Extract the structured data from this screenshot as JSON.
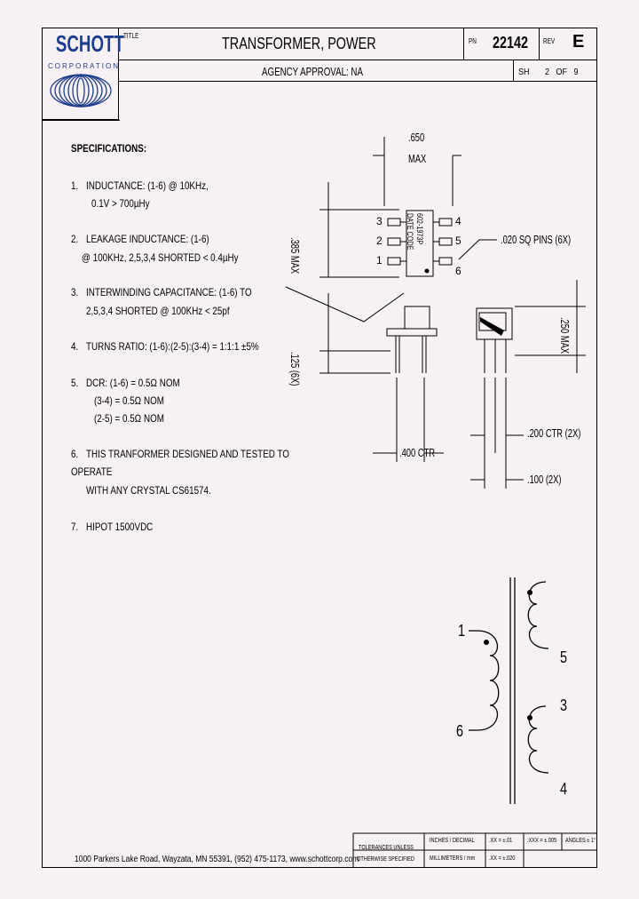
{
  "title_block": {
    "company": "SCHOTT",
    "company_sub": "CORPORATION",
    "title_label": "TITLE",
    "title": "TRANSFORMER, POWER",
    "pn_label": "PN",
    "pn": "22142",
    "rev_label": "REV",
    "rev": "E",
    "agency": "AGENCY APPROVAL:  NA",
    "sheet_label": "SH",
    "sheet_num": "2",
    "sheet_of": "OF",
    "sheet_total": "9"
  },
  "specifications": {
    "heading": "SPECIFICATIONS:",
    "items": [
      {
        "num": "1.",
        "lines": [
          "INDUCTANCE: (1-6) @ 10KHz,",
          "0.1V > 700µHy"
        ]
      },
      {
        "num": "2.",
        "lines": [
          "LEAKAGE INDUCTANCE: (1-6)",
          "@ 100KHz, 2,5,3,4 SHORTED < 0.4µHy"
        ]
      },
      {
        "num": "3.",
        "lines": [
          "INTERWINDING CAPACITANCE: (1-6) TO",
          "2,5,3,4 SHORTED  @ 100KHz < 25pf"
        ]
      },
      {
        "num": "4.",
        "lines": [
          "TURNS RATIO: (1-6):(2-5):(3-4) = 1:1:1 ±5%"
        ]
      },
      {
        "num": "5.",
        "lines": [
          "DCR: (1-6) = 0.5Ω  NOM",
          "(3-4) = 0.5Ω  NOM",
          "(2-5) = 0.5Ω  NOM"
        ]
      },
      {
        "num": "6.",
        "lines": [
          "THIS TRANFORMER DESIGNED AND TESTED TO",
          "OPERATE",
          "WITH ANY CRYSTAL CS61574."
        ]
      },
      {
        "num": "7.",
        "lines": [
          "HIPOT 1500VDC"
        ]
      }
    ]
  },
  "drawing": {
    "dim_650": ".650",
    "dim_650_max": "MAX",
    "dim_385": ".385 MAX",
    "dim_020": ".020 SQ PINS (6X)",
    "dim_250": ".250 MAX",
    "dim_125": ".125 (6X)",
    "dim_200": ".200 CTR (2X)",
    "dim_400": ".400 CTR",
    "dim_100": ".100 (2X)",
    "part_mark_1": "602-1973P",
    "part_mark_2": "DATE CODE",
    "pins_left": [
      "3",
      "2",
      "1"
    ],
    "pins_right": [
      "4",
      "5",
      "6"
    ],
    "schematic_pins": {
      "p1": "1",
      "p6": "6",
      "p5": "5",
      "p3": "3",
      "p4": "4"
    }
  },
  "footer": {
    "address": "1000 Parkers Lake Road, Wayzata, MN 55391, (952) 475-1173, www.schottcorp.com",
    "tolerances_1": "TOLERANCES UNLESS",
    "tolerances_2": "OTHERWISE SPECIFIED",
    "units_1": "INCHES / DECIMAL",
    "units_2": "MILLIMETERS / mm",
    "tol_xx": ".XX = ±.01",
    "tol_xxx": ".XXX = ±.005",
    "tol_mm": ".XX = ±.020",
    "angles": "ANGLES ± 1°"
  },
  "colors": {
    "brand": "#1d3e8c",
    "background": "#f7f0f4"
  }
}
